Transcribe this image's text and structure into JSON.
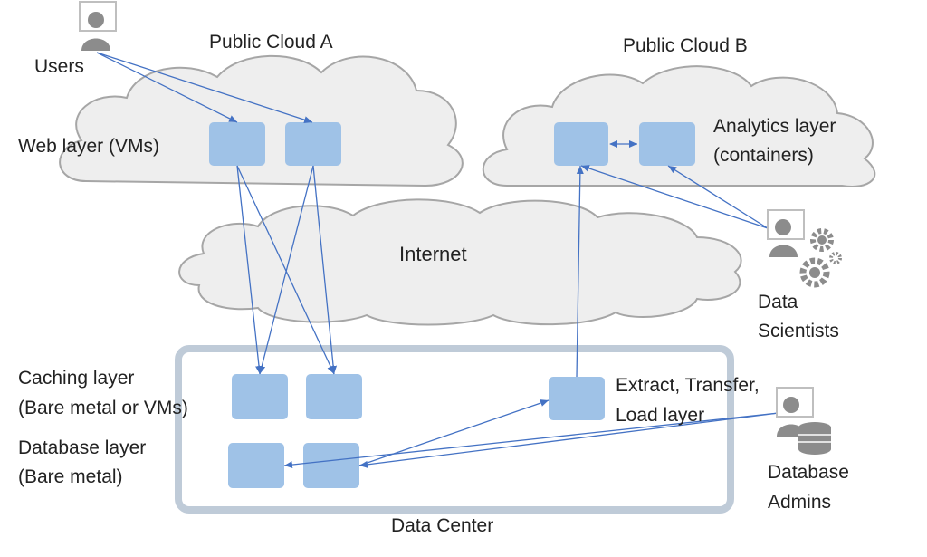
{
  "clouds": {
    "public_cloud_a": {
      "title": "Public Cloud A"
    },
    "public_cloud_b": {
      "title": "Public Cloud B"
    },
    "internet": {
      "title": "Internet"
    }
  },
  "actors": {
    "users": "Users",
    "data_scientists_line1": "Data",
    "data_scientists_line2": "Scientists",
    "database_admins_line1": "Database",
    "database_admins_line2": "Admins"
  },
  "layers": {
    "web": "Web layer (VMs)",
    "analytics_line1": "Analytics layer",
    "analytics_line2": "(containers)",
    "caching_line1": "Caching layer",
    "caching_line2": "(Bare metal or VMs)",
    "database_line1": "Database layer",
    "database_line2": "(Bare metal)",
    "etl_line1": "Extract, Transfer,",
    "etl_line2": "Load layer"
  },
  "data_center": {
    "title": "Data Center"
  },
  "colors": {
    "node_fill": "#9fc2e7",
    "arrow": "#4472c4",
    "cloud_fill": "#eeeeee",
    "cloud_stroke": "#a6a6a6",
    "dc_border": "#bfcbd8",
    "icon_gray": "#8c8c8c"
  }
}
